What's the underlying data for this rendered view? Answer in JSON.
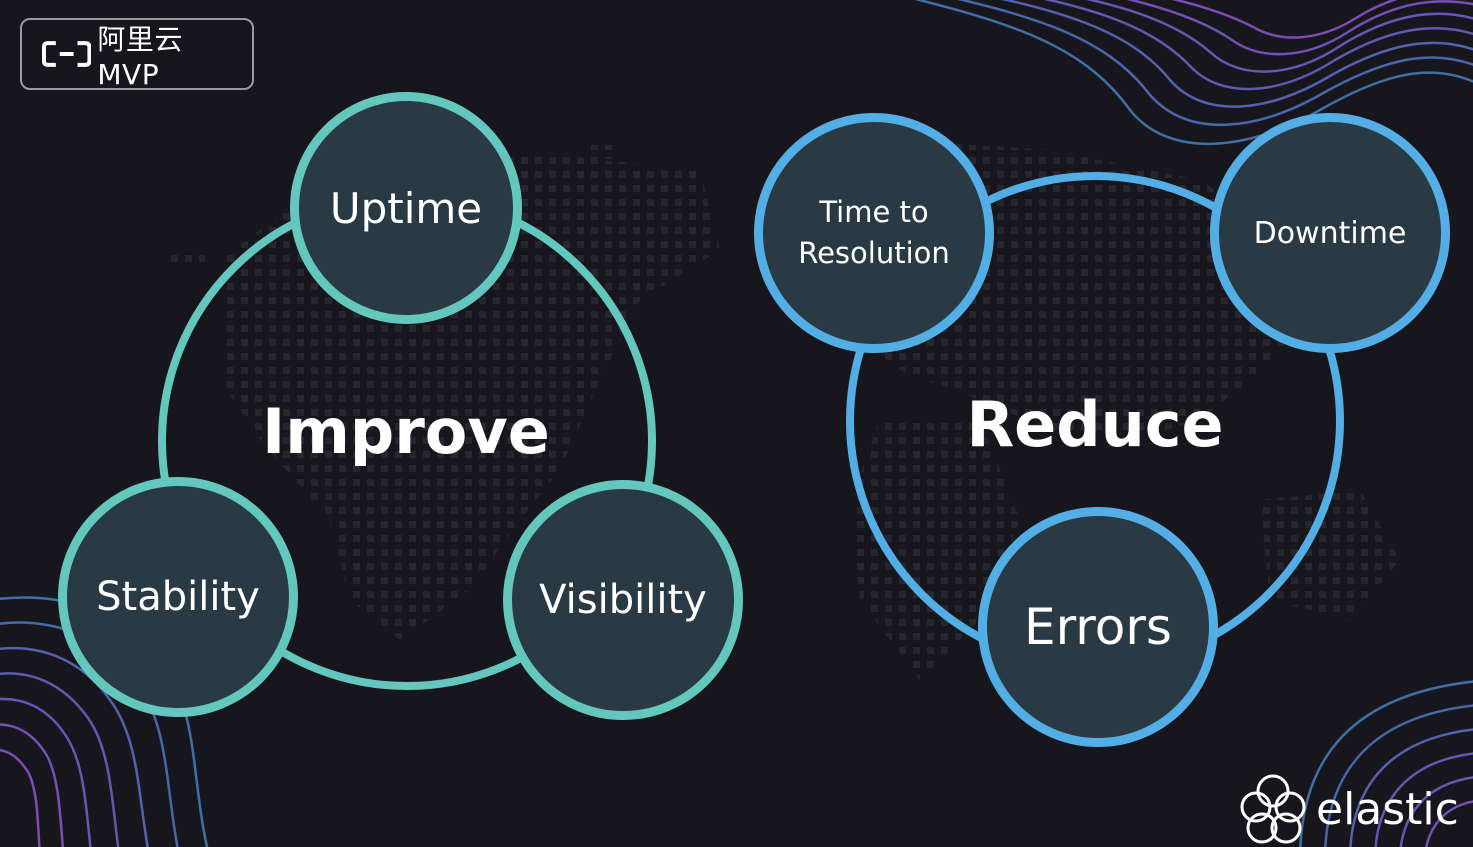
{
  "badge": {
    "text": "阿里云 MVP"
  },
  "improve": {
    "center": "Improve",
    "nodes": {
      "top": "Uptime",
      "left": "Stability",
      "right": "Visibility"
    }
  },
  "reduce": {
    "center": "Reduce",
    "nodes": {
      "top_left_line1": "Time to",
      "top_left_line2": "Resolution",
      "top_right": "Downtime",
      "bottom": "Errors"
    }
  },
  "brand": {
    "text": "elastic"
  },
  "colors": {
    "background": "#16161c",
    "teal": "#63c7bd",
    "blue": "#53aee6",
    "node_fill": "#2a3a44"
  }
}
